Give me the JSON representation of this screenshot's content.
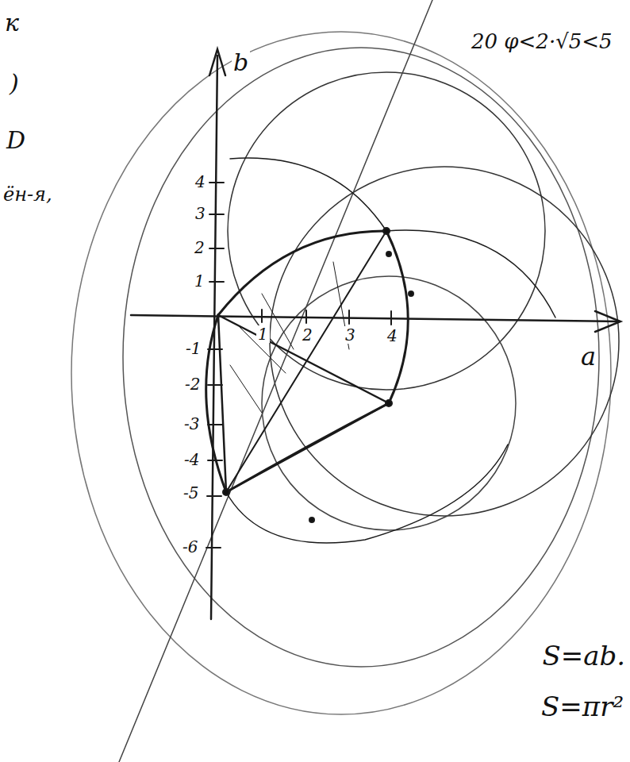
{
  "diagram": {
    "labels": [
      "к",
      ")",
      "D",
      "ён-я,",
      "b",
      "a",
      "1",
      "2",
      "3",
      "4",
      "4",
      "3",
      "2",
      "1",
      "-1",
      "-2",
      "-3",
      "-4",
      "-5",
      "-6",
      "20 φ<2·√5<5",
      "S=ab.",
      "S=πr²"
    ]
  }
}
